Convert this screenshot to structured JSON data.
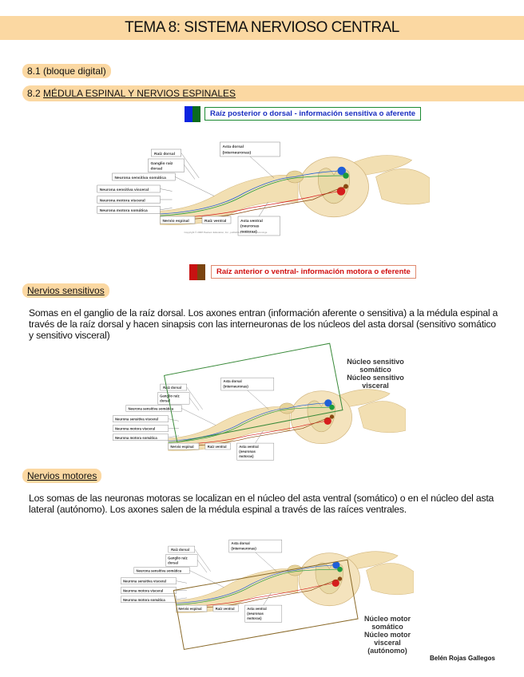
{
  "page_title": "TEMA 8: SISTEMA NERVIOSO CENTRAL",
  "section_1": "8.1 (bloque digital)",
  "section_2_prefix": "8.2 ",
  "section_2_title": "MÉDULA ESPINAL Y NERVIOS ESPINALES",
  "legend_posterior": "Raíz posterior o dorsal - información sensitiva o aferente",
  "legend_anterior": "Raíz anterior o ventral- información motora o eferente",
  "legend_colors": {
    "posterior": [
      "#0b24e0",
      "#0a6b1e"
    ],
    "anterior": [
      "#c81212",
      "#7a4410"
    ],
    "posterior_border": "#1b8a32",
    "posterior_text": "#1a2fc0",
    "anterior_border": "#e08a70",
    "anterior_text": "#d11010"
  },
  "diagram_labels": {
    "raiz_dorsal": "Raíz dorsal",
    "ganglio_1": "Ganglio raíz",
    "ganglio_2": "dorsal",
    "sens_somatica": "Neurona sensitiva somática",
    "sens_visceral": "Neurona sensitiva visceral",
    "mot_visceral": "Neurona motora visceral",
    "mot_somatica": "Neurona motora somática",
    "nervio_espinal": "Nervio espinal",
    "raiz_ventral": "Raíz ventral",
    "asta_dorsal_1": "Asta dorsal",
    "asta_dorsal_2": "(interneuronas)",
    "asta_ventral_1": "Asta ventral",
    "asta_ventral_2": "(neuronas",
    "asta_ventral_3": "motoras)",
    "copyright": "Copyright © 2008 Pearson Education, Inc., publishing as Benjamin Cummings."
  },
  "nervios_sensitivos": {
    "heading": "Nervios sensitivos",
    "text": "Somas en el ganglio de la raíz dorsal. Los axones entran (información aferente o sensitiva) a la médula espinal a través de la raíz dorsal y hacen sinapsis con las interneuronas de los núcleos del asta dorsal (sensitivo somático y sensitivo visceral)",
    "annotation": [
      "Núcleo sensitivo",
      "somático",
      "Núcleo sensitivo",
      "visceral"
    ]
  },
  "nervios_motores": {
    "heading": "Nervios motores",
    "text": "Los somas de las neuronas motoras se localizan en el núcleo del asta ventral (somático) o en el núcleo del asta lateral (autónomo). Los axones salen de la médula espinal a través de las raíces ventrales.",
    "annotation": [
      "Núcleo motor",
      "somático",
      "Núcleo motor",
      "visceral",
      "(autónomo)"
    ]
  },
  "author": "Belén Rojas Gallegos"
}
